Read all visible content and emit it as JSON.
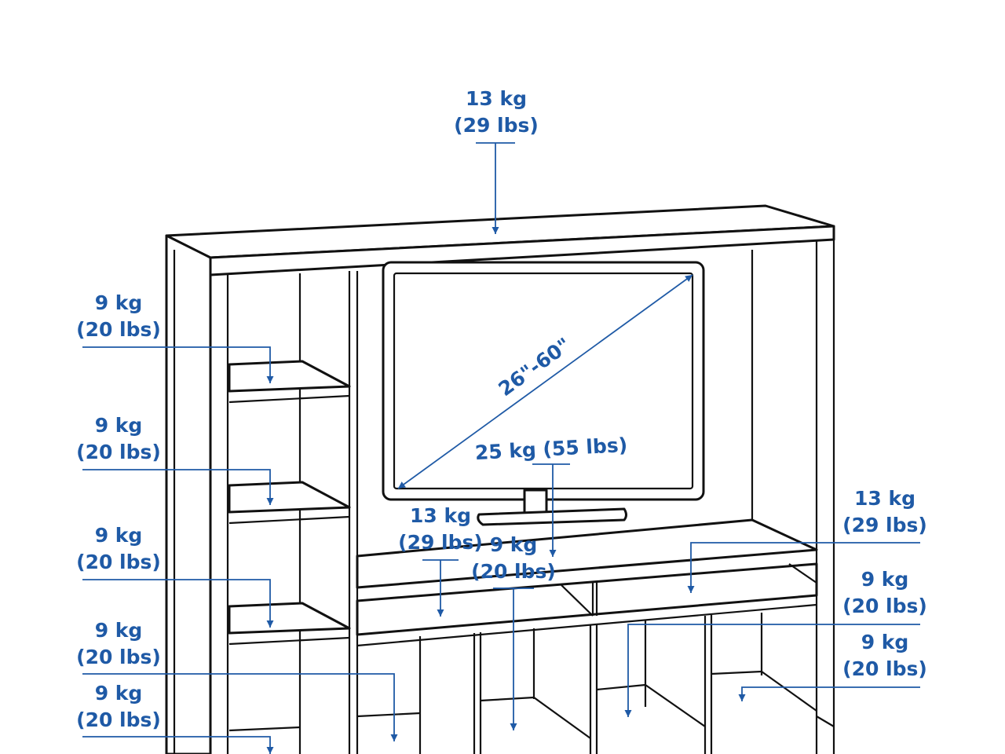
{
  "colors": {
    "annotation": "#1f5aa6",
    "line": "#111111",
    "background": "#ffffff"
  },
  "tv": {
    "size_range": "26\"-60\""
  },
  "load_labels": [
    {
      "id": "top",
      "kg": "13 kg",
      "lbs": "(29 lbs)"
    },
    {
      "id": "left-shelf-1",
      "kg": "9 kg",
      "lbs": "(20 lbs)"
    },
    {
      "id": "left-shelf-2",
      "kg": "9 kg",
      "lbs": "(20 lbs)"
    },
    {
      "id": "left-shelf-3",
      "kg": "9 kg",
      "lbs": "(20 lbs)"
    },
    {
      "id": "left-shelf-4",
      "kg": "9 kg",
      "lbs": "(20 lbs)"
    },
    {
      "id": "left-shelf-5",
      "kg": "9 kg",
      "lbs": "(20 lbs)"
    },
    {
      "id": "tv-top",
      "text": "25 kg (55 lbs)"
    },
    {
      "id": "center-left-drawer",
      "kg": "13 kg",
      "lbs": "(29 lbs)"
    },
    {
      "id": "center-compartment",
      "kg": "9 kg",
      "lbs": "(20 lbs)"
    },
    {
      "id": "right-drawer",
      "kg": "13 kg",
      "lbs": "(29 lbs)"
    },
    {
      "id": "right-compartment-1",
      "kg": "9 kg",
      "lbs": "(20 lbs)"
    },
    {
      "id": "right-compartment-2",
      "kg": "9 kg",
      "lbs": "(20 lbs)"
    }
  ]
}
